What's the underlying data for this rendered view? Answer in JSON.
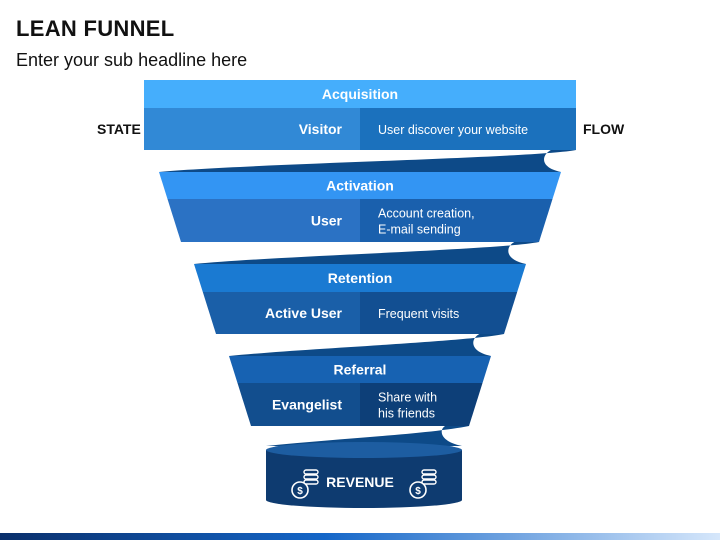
{
  "title": "LEAN FUNNEL",
  "subtitle": "Enter your sub headline here",
  "labels": {
    "left": "STATE",
    "right": "FLOW"
  },
  "stages": [
    {
      "name": "Acquisition",
      "state": "Visitor",
      "flow": [
        "User discover your website"
      ]
    },
    {
      "name": "Activation",
      "state": "User",
      "flow": [
        "Account creation,",
        "E-mail  sending"
      ]
    },
    {
      "name": "Retention",
      "state": "Active User",
      "flow": [
        "Frequent visits"
      ]
    },
    {
      "name": "Referral",
      "state": "Evangelist",
      "flow": [
        "Share with",
        "his friends"
      ]
    }
  ],
  "revenue": {
    "label": "REVENUE",
    "icon": "money-coins-icon"
  },
  "colors": {
    "stage_headers": [
      "#45aefc",
      "#3395f3",
      "#1a7ad2",
      "#1762b2"
    ],
    "stage_bodies_left": [
      "#3189d6",
      "#2b72c4",
      "#1a5fa8",
      "#124e8e"
    ],
    "stage_bodies_right": [
      "#1b71bd",
      "#1a60ad",
      "#124f92",
      "#0d3f78"
    ],
    "ribbon": "#0d4a88",
    "cylinder_body": "#0e3b70",
    "cylinder_top": "#1d5da1"
  }
}
